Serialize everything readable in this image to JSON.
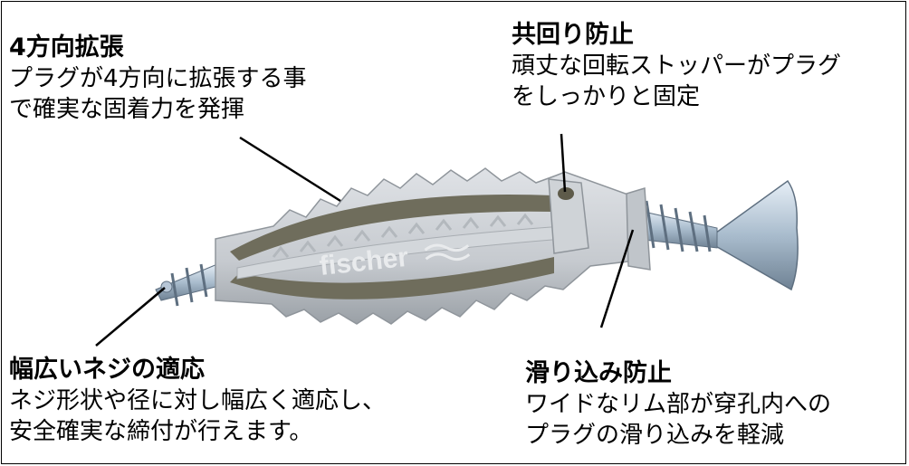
{
  "callouts": {
    "expansion": {
      "title": "4方向拡張",
      "desc_line1": "プラグが4方向に拡張する事",
      "desc_line2": "で確実な固着力を発揮"
    },
    "anti_rotation": {
      "title": "共回り防止",
      "desc_line1": "頑丈な回転ストッパーがプラグ",
      "desc_line2": "をしっかりと固定"
    },
    "screw_compat": {
      "title": "幅広いネジの適応",
      "desc_line1": "ネジ形状や径に対し幅広く適応し、",
      "desc_line2": "安全確実な締付が行えます。"
    },
    "anti_slip": {
      "title": "滑り込み防止",
      "desc_line1": "ワイドなリム部が穿孔内への",
      "desc_line2": "プラグの滑り込みを軽減"
    }
  },
  "product": {
    "brand_mark": "fischer"
  },
  "colors": {
    "plug": "#c9cdd2",
    "plug_shadow": "#8f959b",
    "slot": "#6f6d5c",
    "screw": "#b7c6d6",
    "screw_dark": "#6f8294"
  }
}
